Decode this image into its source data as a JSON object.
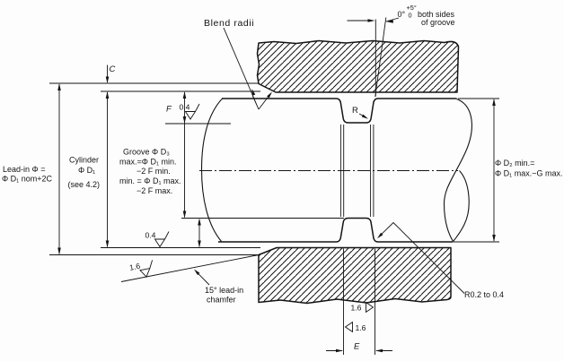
{
  "drawing": {
    "ink_color": "#141414",
    "background_color": "#fdfdfd",
    "annotations": {
      "blend_radii": "Blend radii",
      "groove_angle": {
        "value": "0°",
        "tol_plus": "+5°",
        "tol_minus": "0",
        "note_line1": "both sides",
        "note_line2": "of groove"
      },
      "c_label": "C",
      "f_label": "F",
      "r_label": "R",
      "e_label": "E",
      "r_value": "R0.2 to 0.4",
      "lead_in_line1": "Lead-in Φ =",
      "lead_in_line2": "Φ D₁ nom+2C",
      "cylinder_line1": "Cylinder",
      "cylinder_line2": "Φ D₁",
      "cylinder_line3": "(see 4.2)",
      "groove_line1": "Groove Φ D₃",
      "groove_line2": "max.=Φ D₁ min.",
      "groove_line3": "−2 F min.",
      "groove_line4": "min. = Φ D₁ max.",
      "groove_line5": "−2 F max.",
      "d2_line1": "Φ D₂ min.=",
      "d2_line2": "Φ D₁ max.−G max.",
      "chamfer_line1": "15° lead-in",
      "chamfer_line2": "chamfer",
      "roughness_groove_root_top": "0.4",
      "roughness_bottom": "0.4",
      "roughness_wall_right": "1.6",
      "roughness_wall_left": "1.6",
      "roughness_chamfer": "1.6"
    }
  }
}
